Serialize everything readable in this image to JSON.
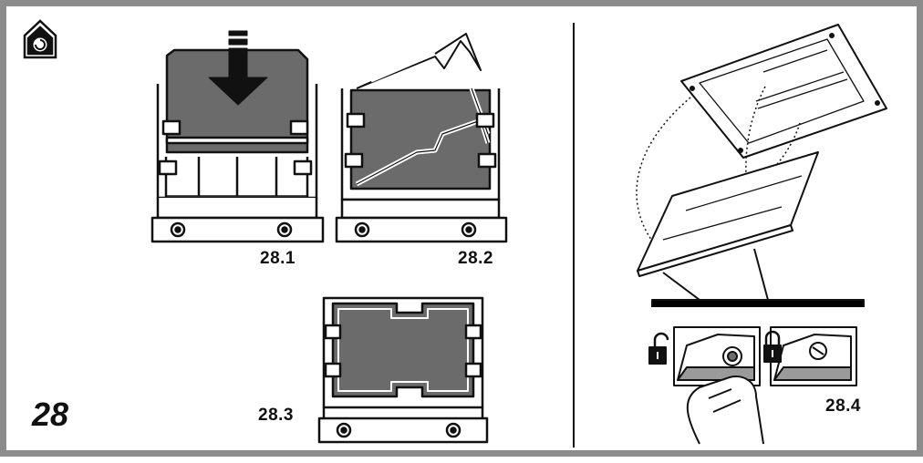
{
  "page": {
    "number": "28"
  },
  "figures": [
    {
      "label": "28.1"
    },
    {
      "label": "28.2"
    },
    {
      "label": "28.3"
    },
    {
      "label": "28.4"
    }
  ],
  "icons": {
    "corner": "house-fan-icon",
    "lock_open": "padlock-open-icon",
    "lock_closed": "padlock-closed-icon",
    "arrow": "down-arrow-icon"
  },
  "colors": {
    "filter_gray": "#6b6b6b",
    "frame_gray": "#8c8c8c",
    "line": "#111111"
  }
}
